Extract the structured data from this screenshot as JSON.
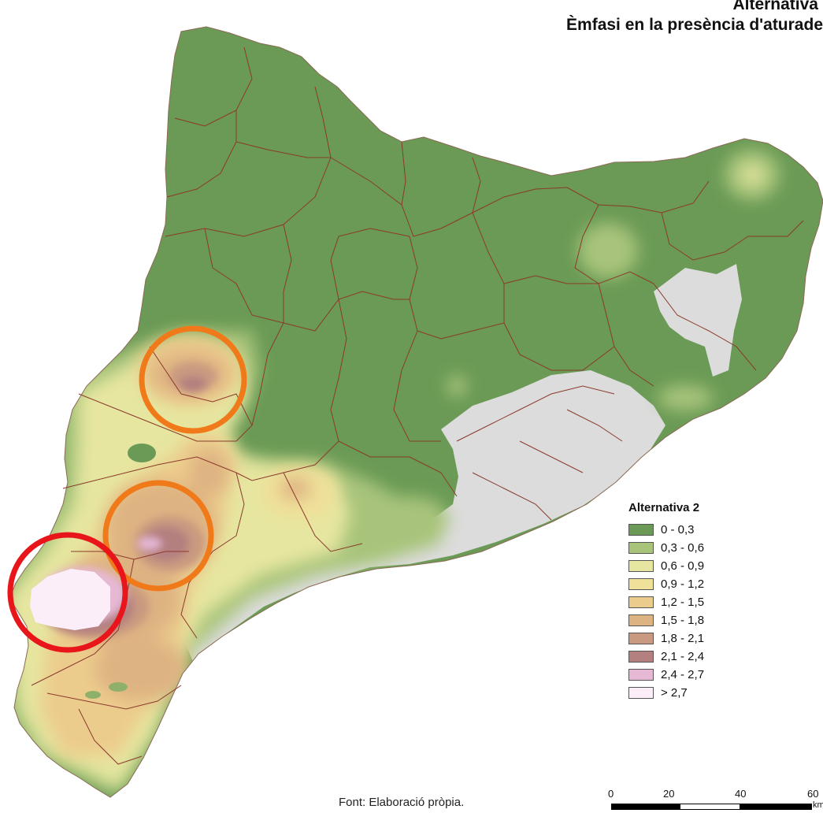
{
  "map": {
    "title_line1": "Alternativa",
    "title_line2": "Èmfasi en la presència d'aturade",
    "source": "Font: Elaboració pròpia.",
    "colors": {
      "background": "#ffffff",
      "border": "#8b3a2b",
      "sea": "#ffffff",
      "no_data": "#dcdcdc"
    }
  },
  "legend": {
    "title": "Alternativa 2",
    "classes": [
      {
        "label": "0 - 0,3",
        "color": "#6a9a55"
      },
      {
        "label": "0,3 - 0,6",
        "color": "#a8c47a"
      },
      {
        "label": "0,6 - 0,9",
        "color": "#e6e6a0"
      },
      {
        "label": "0,9 - 1,2",
        "color": "#efe09a"
      },
      {
        "label": "1,2 - 1,5",
        "color": "#eccc8c"
      },
      {
        "label": "1,5 - 1,8",
        "color": "#deb382"
      },
      {
        "label": "1,8 - 2,1",
        "color": "#c99a80"
      },
      {
        "label": "2,1 - 2,4",
        "color": "#b47f7f"
      },
      {
        "label": "2,4 - 2,7",
        "color": "#e6b8d4"
      },
      {
        "label": "> 2,7",
        "color": "#fbeef8"
      }
    ]
  },
  "scale": {
    "ticks": [
      "0",
      "20",
      "40",
      "60"
    ],
    "unit": "km"
  },
  "highlights": [
    {
      "name": "circle-1",
      "color": "#f07a1a"
    },
    {
      "name": "circle-2",
      "color": "#f07a1a"
    },
    {
      "name": "circle-3",
      "color": "#e8161a"
    }
  ]
}
